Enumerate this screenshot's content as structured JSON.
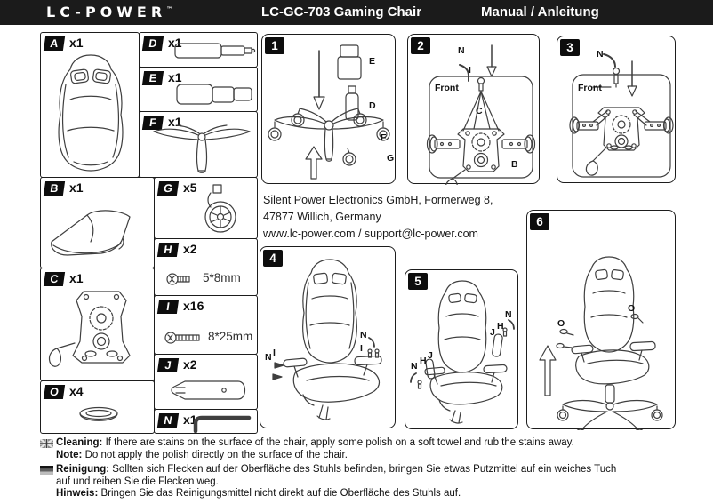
{
  "header": {
    "logo": "LC-POWER",
    "trademark": "™",
    "title": "LC-GC-703  Gaming Chair",
    "manual": "Manual / Anleitung"
  },
  "parts": {
    "a": {
      "letter": "A",
      "count": "x1"
    },
    "b": {
      "letter": "B",
      "count": "x1"
    },
    "c": {
      "letter": "C",
      "count": "x1"
    },
    "d": {
      "letter": "D",
      "count": "x1"
    },
    "e": {
      "letter": "E",
      "count": "x1"
    },
    "f": {
      "letter": "F",
      "count": "x1"
    },
    "g": {
      "letter": "G",
      "count": "x5"
    },
    "h": {
      "letter": "H",
      "count": "x2",
      "size": "5*8mm"
    },
    "i": {
      "letter": "I",
      "count": "x16",
      "size": "8*25mm"
    },
    "j": {
      "letter": "J",
      "count": "x2"
    },
    "o": {
      "letter": "O",
      "count": "x4"
    },
    "n": {
      "letter": "N",
      "count": "x1"
    }
  },
  "steps": {
    "s1": {
      "num": "1",
      "labels": {
        "e": "E",
        "d": "D",
        "f": "F",
        "g": "G"
      }
    },
    "s2": {
      "num": "2",
      "labels": {
        "n": "N",
        "i": "I",
        "front": "Front",
        "c": "C",
        "b": "B"
      }
    },
    "s3": {
      "num": "3",
      "labels": {
        "n": "N",
        "front": "Front"
      }
    },
    "s4": {
      "num": "4",
      "labels": {
        "n_left": "N",
        "i_left": "I",
        "n_right": "N",
        "i_right": "I"
      }
    },
    "s5": {
      "num": "5",
      "labels": {
        "n_left": "N",
        "h_left": "H",
        "j_left": "J",
        "j_right": "J",
        "h_right": "H",
        "n_right": "N"
      }
    },
    "s6": {
      "num": "6",
      "labels": {
        "o_left": "O",
        "o_right": "O"
      }
    }
  },
  "address": {
    "line1": "Silent Power Electronics GmbH, Formerweg 8,",
    "line2": "47877 Willich, Germany",
    "line3": "www.lc-power.com  /  support@lc-power.com"
  },
  "notes": {
    "en": {
      "label": "Cleaning:",
      "text": "If there are stains on the surface of the chair, apply some polish on a soft towel and rub the stains away.",
      "note_label": "Note:",
      "note_text": "Do not apply the polish directly on the surface of the chair."
    },
    "de": {
      "label": "Reinigung:",
      "text1": "Sollten sich Flecken auf der Oberfläche des Stuhls befinden, bringen Sie etwas Putzmittel auf ein weiches Tuch",
      "text2": "auf und reiben Sie die Flecken weg.",
      "note_label": "Hinweis:",
      "note_text": "Bringen Sie das Reinigungsmittel nicht direkt auf die Oberfläche des Stuhls auf."
    }
  }
}
